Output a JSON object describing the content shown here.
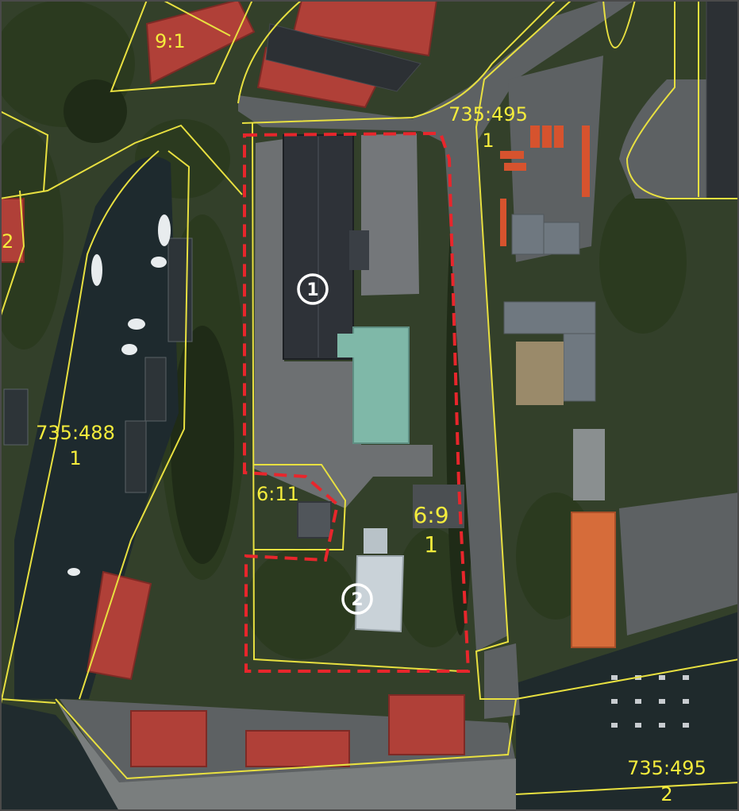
{
  "parcels": [
    {
      "id": "parcel-9-1",
      "label": "9:1"
    },
    {
      "id": "parcel-735-495-1",
      "line1": "735:495",
      "line2": "1"
    },
    {
      "id": "parcel-735-488-1",
      "line1": "735:488",
      "line2": "1"
    },
    {
      "id": "parcel-6-11",
      "label": "6:11"
    },
    {
      "id": "parcel-6-9-1",
      "line1": "6:9",
      "line2": "1"
    },
    {
      "id": "parcel-735-495-2",
      "line1": "735:495",
      "line2": "2"
    },
    {
      "id": "parcel-edge-left",
      "label": "2"
    }
  ],
  "markers": [
    {
      "id": "marker-1",
      "label": "1"
    },
    {
      "id": "marker-2",
      "label": "2"
    }
  ],
  "colors": {
    "boundary": "#e8e040",
    "label": "#f4ec3c",
    "study_area": "#e8262c",
    "marker": "#ffffff"
  }
}
